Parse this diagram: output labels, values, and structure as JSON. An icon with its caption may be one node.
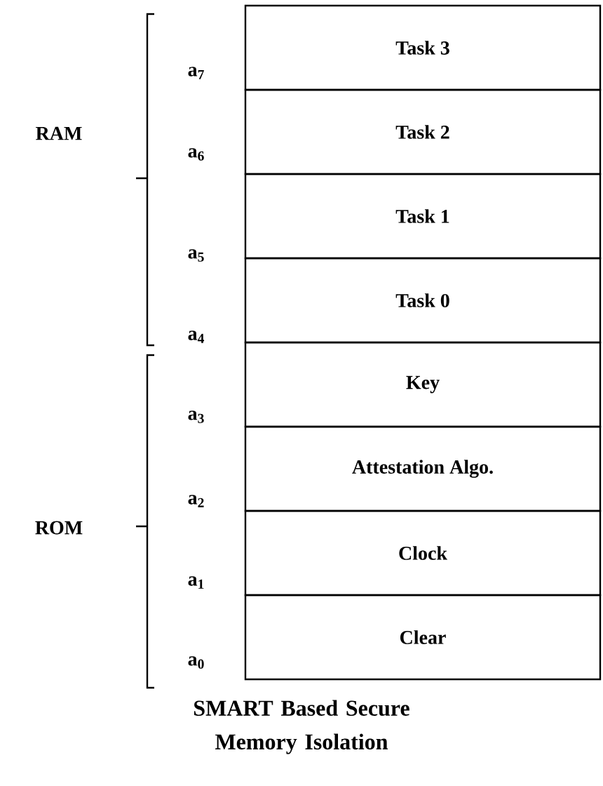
{
  "diagram": {
    "caption": "SMART Based Secure Memory Isolation",
    "nodes": [
      {
        "text": [
          "Task 3"
        ]
      },
      {
        "text": [
          "Task 2"
        ]
      },
      {
        "text": [
          "Task 1"
        ]
      },
      {
        "text": [
          "Task 0"
        ]
      },
      {
        "text": [
          "Key"
        ]
      },
      {
        "text": [
          "Attestation Algo."
        ]
      },
      {
        "text": [
          "Clock"
        ]
      },
      {
        "text": [
          "Clear"
        ]
      }
    ],
    "labels": [
      "a$_{7}$",
      "RAM",
      "a$_{6}$",
      "a$_{5}$",
      "a$_{4}$",
      "a$_{3}$",
      "a$_{2}$",
      "ROM",
      "a$_{1}$",
      "a$_{0}$"
    ]
  }
}
